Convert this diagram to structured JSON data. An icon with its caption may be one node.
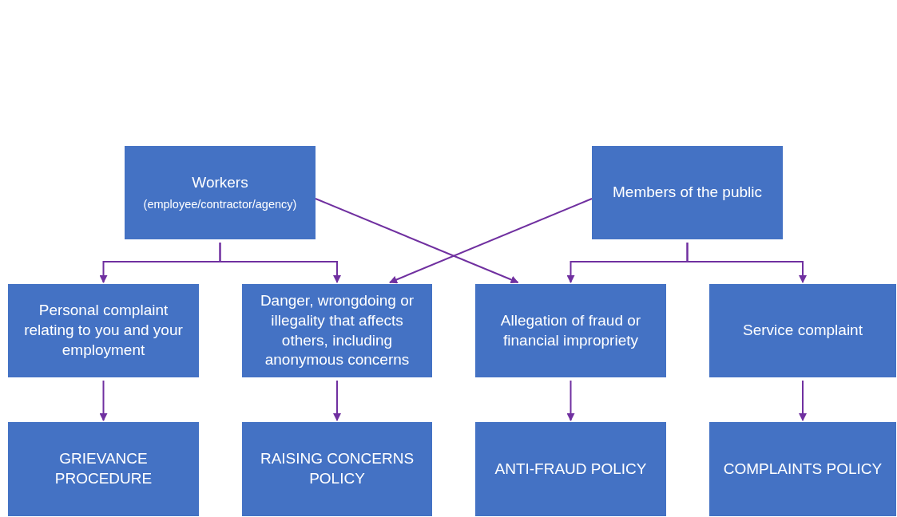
{
  "diagram": {
    "nodes": [
      {
        "text": [
          "Workers",
          "(employee/contractor/agency)"
        ]
      },
      {
        "text": [
          "Members of the public"
        ]
      },
      {
        "text": [
          "Personal complaint relating to you and your employment"
        ]
      },
      {
        "text": [
          "Danger, wrongdoing or illegality that affects others, including anonymous concerns"
        ]
      },
      {
        "text": [
          "Allegation of fraud or financial impropriety"
        ]
      },
      {
        "text": [
          "Service complaint"
        ]
      },
      {
        "text": [
          "GRIEVANCE PROCEDURE"
        ]
      },
      {
        "text": [
          "RAISING CONCERNS POLICY"
        ]
      },
      {
        "text": [
          "ANTI-FRAUD POLICY"
        ]
      },
      {
        "text": [
          "COMPLAINTS POLICY"
        ]
      }
    ],
    "edges": [
      {
        "from": 0,
        "to": 2,
        "arrow": "to"
      },
      {
        "from": 0,
        "to": 3,
        "arrow": "to"
      },
      {
        "from": 0,
        "to": 4,
        "arrow": "to"
      },
      {
        "from": 1,
        "to": 3,
        "arrow": "to"
      },
      {
        "from": 1,
        "to": 4,
        "arrow": "to"
      },
      {
        "from": 1,
        "to": 5,
        "arrow": "to"
      },
      {
        "from": 2,
        "to": 6,
        "arrow": "to"
      },
      {
        "from": 3,
        "to": 7,
        "arrow": "to"
      },
      {
        "from": 4,
        "to": 8,
        "arrow": "to"
      },
      {
        "from": 5,
        "to": 9,
        "arrow": "to"
      }
    ]
  }
}
